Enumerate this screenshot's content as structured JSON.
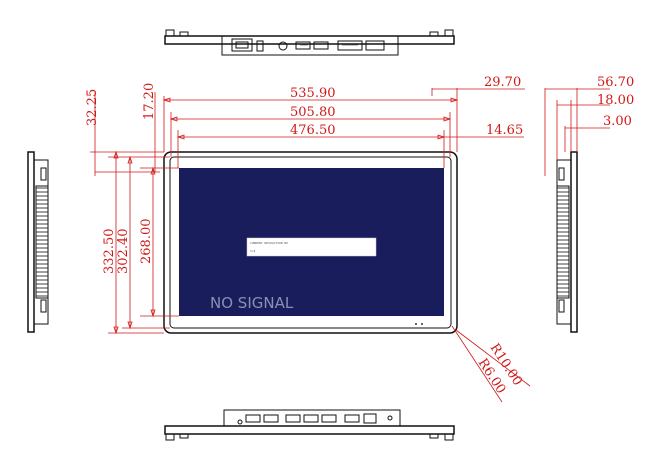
{
  "dimensions": {
    "outer_width": "535.90",
    "bezel_width": "505.80",
    "active_width": "476.50",
    "side_depth": "29.70",
    "front_margin": "14.65",
    "side_total": "56.70",
    "side_panel": "18.00",
    "side_thickness": "3.00",
    "top_offset_1": "32.25",
    "top_offset_2": "17.20",
    "outer_height": "332.50",
    "bezel_height": "302.40",
    "active_height": "268.00",
    "outer_radius": "R10.00",
    "inner_radius": "R6.00"
  },
  "screen": {
    "message": "NO SIGNAL",
    "color": "#1a1d5c",
    "dialog_line1": "CURRENT RESOLUTION NO",
    "dialog_line2": "1/4"
  },
  "colors": {
    "dimension": "#d01818",
    "outline": "#111111"
  }
}
